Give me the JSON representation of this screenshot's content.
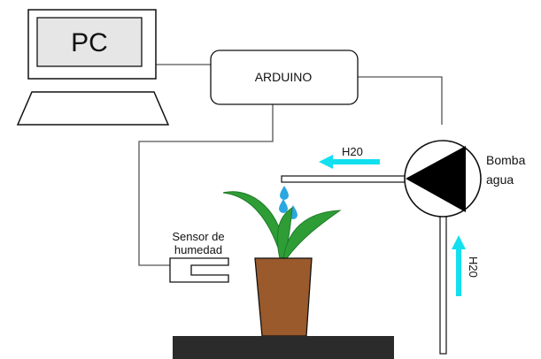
{
  "pc": {
    "label": "PC"
  },
  "arduino": {
    "label": "ARDUINO"
  },
  "pump": {
    "line1": "Bomba",
    "line2": "agua"
  },
  "sensor": {
    "line1": "Sensor de",
    "line2": "humedad"
  },
  "flow": {
    "horizontal_label": "H20",
    "vertical_label": "H20"
  },
  "colors": {
    "stroke": "#111111",
    "screen_fill": "#e6e6e6",
    "flow_arrow": "#12e0ee",
    "water_drop": "#2aa7e0",
    "leaf": "#2e9d36",
    "leaf_dark": "#1f7a28",
    "pot": "#9a5a2c",
    "table": "#2b2b2b"
  }
}
